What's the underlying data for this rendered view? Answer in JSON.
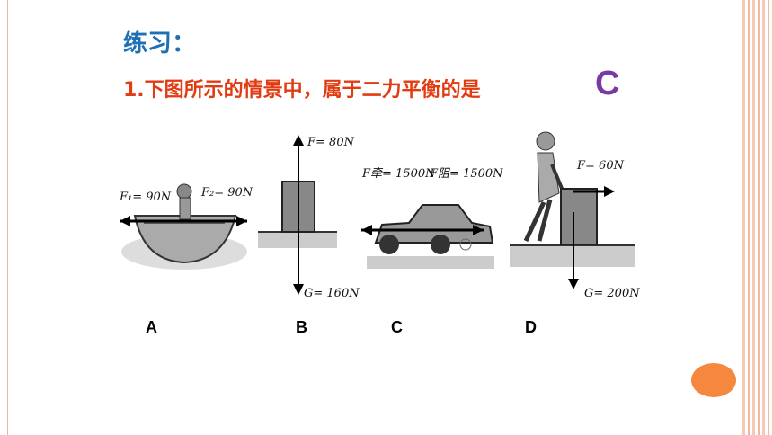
{
  "heading": "练习：",
  "question": "1.下图所示的情景中，属于二力平衡的是",
  "answer": "C",
  "options": [
    "A",
    "B",
    "C",
    "D"
  ],
  "force_labels": {
    "a_left": "F₁= 90N",
    "a_right": "F₂= 90N",
    "b_top": "F= 80N",
    "b_bottom": "G= 160N",
    "c_left": "F牵= 1500N",
    "c_right": "F阻= 1500N",
    "d_right": "F= 60N",
    "d_bottom": "G= 200N"
  },
  "colors": {
    "heading": "#1f6fb5",
    "question": "#e23b12",
    "answer": "#7a3aa3",
    "accent_dot": "#f5873e"
  }
}
